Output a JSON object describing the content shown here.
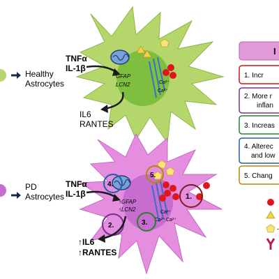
{
  "healthy": {
    "label_line1": "Healthy",
    "label_line2": "Astrocytes",
    "cytokine_in_1": "TNFα",
    "cytokine_in_2": "IL-1β",
    "gene_1": "GFAP",
    "gene_2": "LCN2",
    "ca_1": "Ca²⁺",
    "ca_2": "Ca²⁺",
    "cytokine_out_1": "IL6",
    "cytokine_out_2": "RANTES"
  },
  "pd": {
    "label_line1": "PD",
    "label_line2": "Astrocytes",
    "cytokine_in_1": "TNFα",
    "cytokine_in_2": "IL-1β",
    "gene_1": "GFAP",
    "gene_2": "LCN2",
    "ca_1": "Ca²⁺",
    "ca_2": "Ca²⁺",
    "ca_3": "Ca²⁺",
    "cytokine_out_1": "IL6",
    "cytokine_out_2": "RANTES",
    "up_arrow": "↑",
    "markers": [
      "1.",
      "2.",
      "3.",
      "4.",
      "5."
    ]
  },
  "legend": {
    "header": "I",
    "items": [
      {
        "label_1": "1.  Incr",
        "label_2": "",
        "color": "#c8161d"
      },
      {
        "label_1": "2. More r",
        "label_2": "inflan",
        "color": "#7a2d8f"
      },
      {
        "label_1": "3. Increas",
        "label_2": "",
        "color": "#2e7d32"
      },
      {
        "label_1": "4. Alterec",
        "label_2": "and low",
        "color": "#1f5fa8"
      },
      {
        "label_1": "5. Chang",
        "label_2": "",
        "color": "#b8860b"
      }
    ],
    "symbols_note": "-"
  },
  "colors": {
    "healthy_cell": "#b5d66a",
    "healthy_nucleus": "#7fbf3f",
    "pd_cell": "#e58ee0",
    "pd_nucleus": "#c76dd0",
    "legend_header": "#e29ad8",
    "ca_dot": "#e0161d",
    "triangle": "#f3d24a",
    "pentagon": "#fbe27a"
  }
}
